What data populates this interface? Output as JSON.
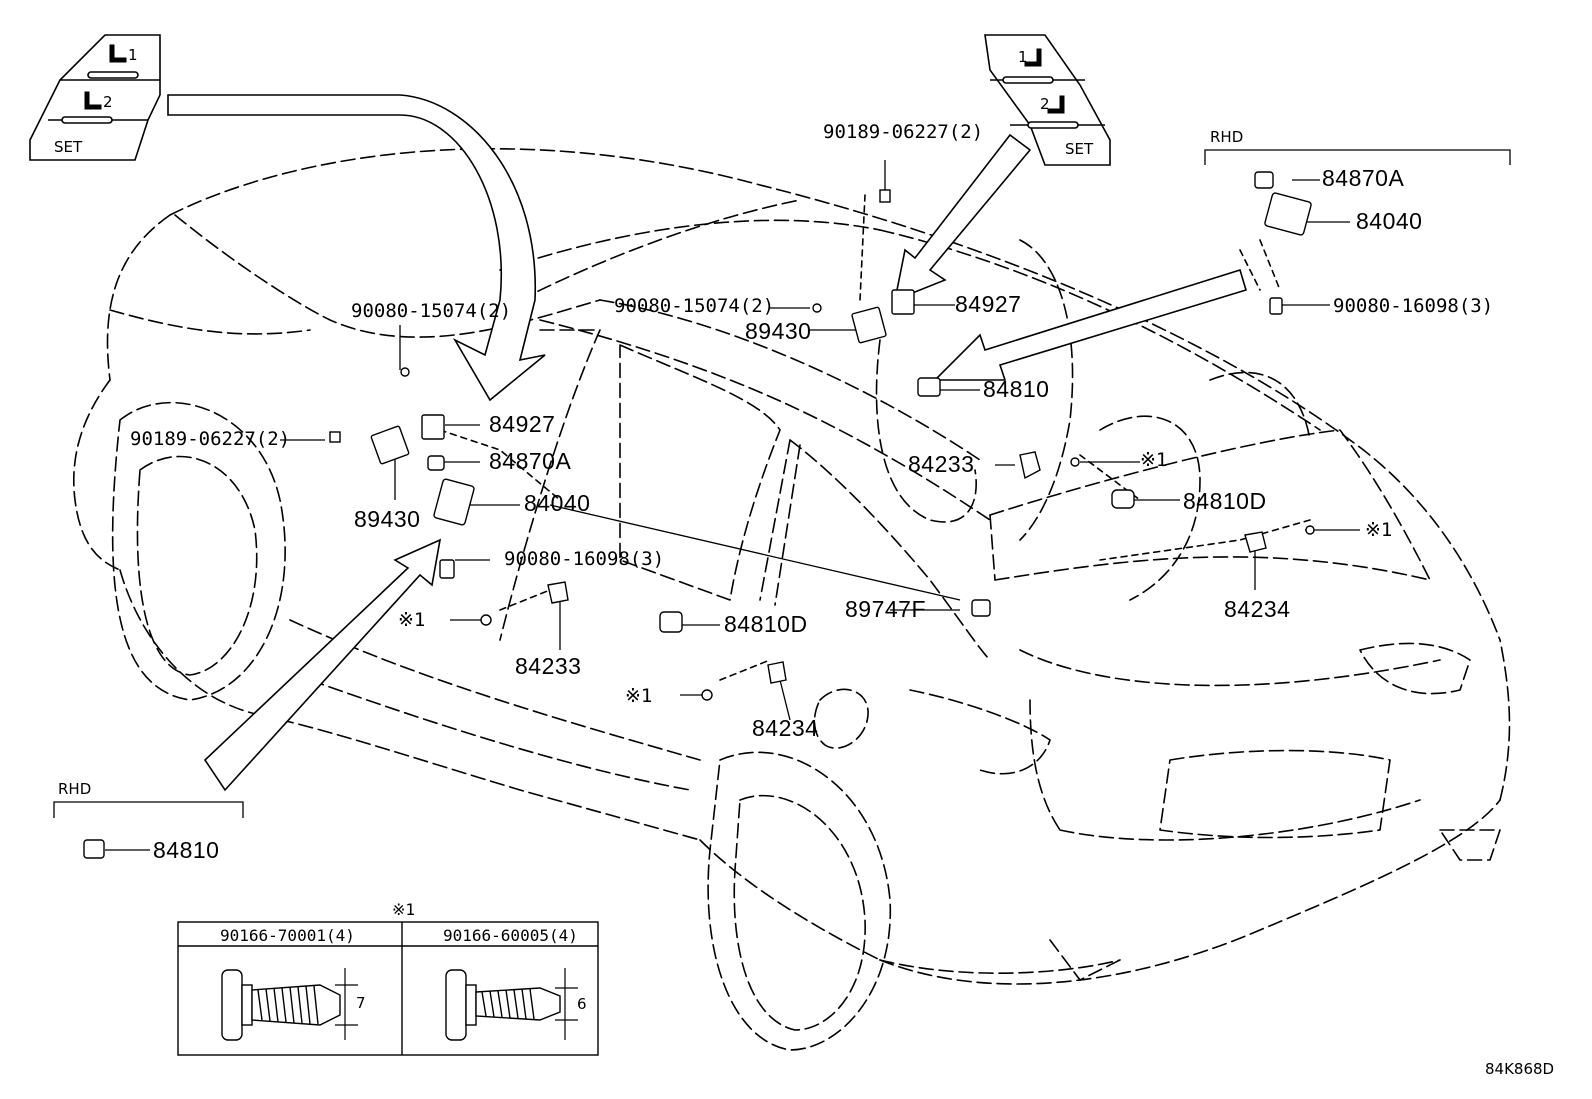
{
  "diagram_id": "84K868D",
  "note_mark": "※1",
  "regions": {
    "rhd": "RHD"
  },
  "seat_memory_buttons": {
    "left": {
      "btn1": "1",
      "btn2": "2",
      "set": "SET"
    },
    "right": {
      "btn1": "1",
      "btn2": "2",
      "set": "SET"
    }
  },
  "callouts": {
    "p84870A_r": "84870A",
    "p84040_r": "84040",
    "p90080_16098_r": "90080-16098(3)",
    "p90189_06227_top": "90189-06227(2)",
    "p90080_15074_mid": "90080-15074(2)",
    "p89430_mid": "89430",
    "p84927_mid": "84927",
    "p84810_mid": "84810",
    "p84233_mid": "84233",
    "p84810D_r": "84810D",
    "p84234_r": "84234",
    "p90080_15074_l": "90080-15074(2)",
    "p90189_06227_l": "90189-06227(2)",
    "p84927_l": "84927",
    "p84870A_l": "84870A",
    "p84040_l": "84040",
    "p89430_l": "89430",
    "p90080_16098_l": "90080-16098(3)",
    "p84233_l": "84233",
    "p84810D_l": "84810D",
    "p89747F": "89747F",
    "p84234_l": "84234",
    "p84810_rhd": "84810"
  },
  "fastener_table": {
    "title": "※1",
    "columns": [
      {
        "part": "90166-70001(4)",
        "dimension": "7"
      },
      {
        "part": "90166-60005(4)",
        "dimension": "6"
      }
    ]
  }
}
